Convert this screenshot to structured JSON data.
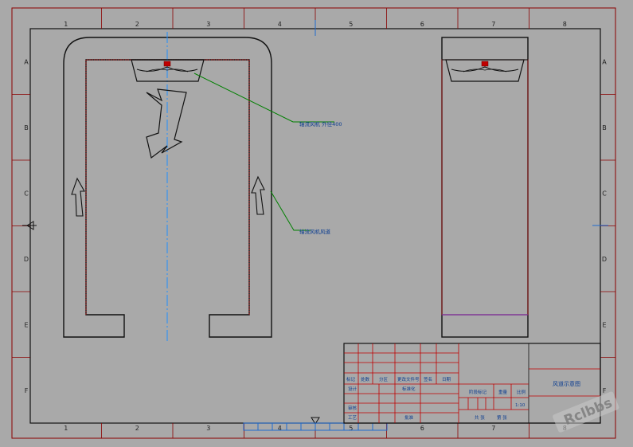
{
  "drawing": {
    "zone_columns": [
      "1",
      "2",
      "3",
      "4",
      "5",
      "6",
      "7",
      "8"
    ],
    "zone_rows": [
      "A",
      "B",
      "C",
      "D",
      "E",
      "F"
    ],
    "leader_labels": {
      "fan": "轴流风机 外径400",
      "duct": "轴流风机风道"
    }
  },
  "title_block": {
    "drawing_title": "风道示意图",
    "headers": {
      "mark": "标记",
      "count": "处数",
      "zone": "分区",
      "change_doc": "更改文件号",
      "sign": "签名",
      "date": "日期"
    },
    "design": "设计",
    "standardize": "标准化",
    "review": "审核",
    "process": "工艺",
    "approve": "批准",
    "stage_mark": "阶段标记",
    "weight": "重量",
    "scale": "比例",
    "scale_value": "1:10",
    "sheets_total": "共 张",
    "sheet_no": "第 张"
  },
  "watermark": "Rclbbs",
  "colors": {
    "background": "#a9a9a9",
    "frame": "#8b0000",
    "outline": "#111111",
    "duct": "#8b1a1a",
    "leader": "#008000",
    "centerline": "#1e90ff",
    "table": "#c00000"
  }
}
